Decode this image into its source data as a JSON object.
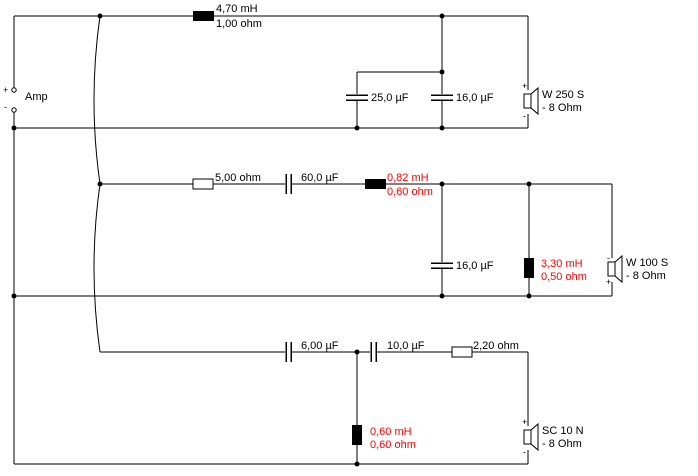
{
  "colors": {
    "wire": "#000000",
    "highlight": "#ff0000",
    "background": "#ffffff"
  },
  "amp": {
    "label": "Amp",
    "plus": "+",
    "minus": "-"
  },
  "woofer_section": {
    "inductor_value": "4,70 mH",
    "inductor_resistance": "1,00 ohm",
    "capacitor_1": "25,0 µF",
    "capacitor_2": "16,0 µF",
    "speaker_name": "W 250 S",
    "speaker_impedance": "- 8 Ohm",
    "speaker_plus": "+",
    "speaker_minus": "-"
  },
  "mid_section": {
    "resistor": "5,00 ohm",
    "capacitor_series": "60,0 µF",
    "inductor_value": "0,82 mH",
    "inductor_resistance": "0,60 ohm",
    "capacitor_shunt": "16,0 µF",
    "inductor_shunt_value": "3,30 mH",
    "inductor_shunt_resistance": "0,50 ohm",
    "speaker_name": "W 100 S",
    "speaker_impedance": "- 8 Ohm",
    "speaker_plus": "+",
    "speaker_minus": "-"
  },
  "tweeter_section": {
    "capacitor_1": "6,00 µF",
    "capacitor_2": "10,0 µF",
    "resistor": "2,20 ohm",
    "inductor_shunt_value": "0,60 mH",
    "inductor_shunt_resistance": "0,60 ohm",
    "speaker_name": "SC 10 N",
    "speaker_impedance": "- 8 Ohm",
    "speaker_plus": "+",
    "speaker_minus": "-"
  }
}
